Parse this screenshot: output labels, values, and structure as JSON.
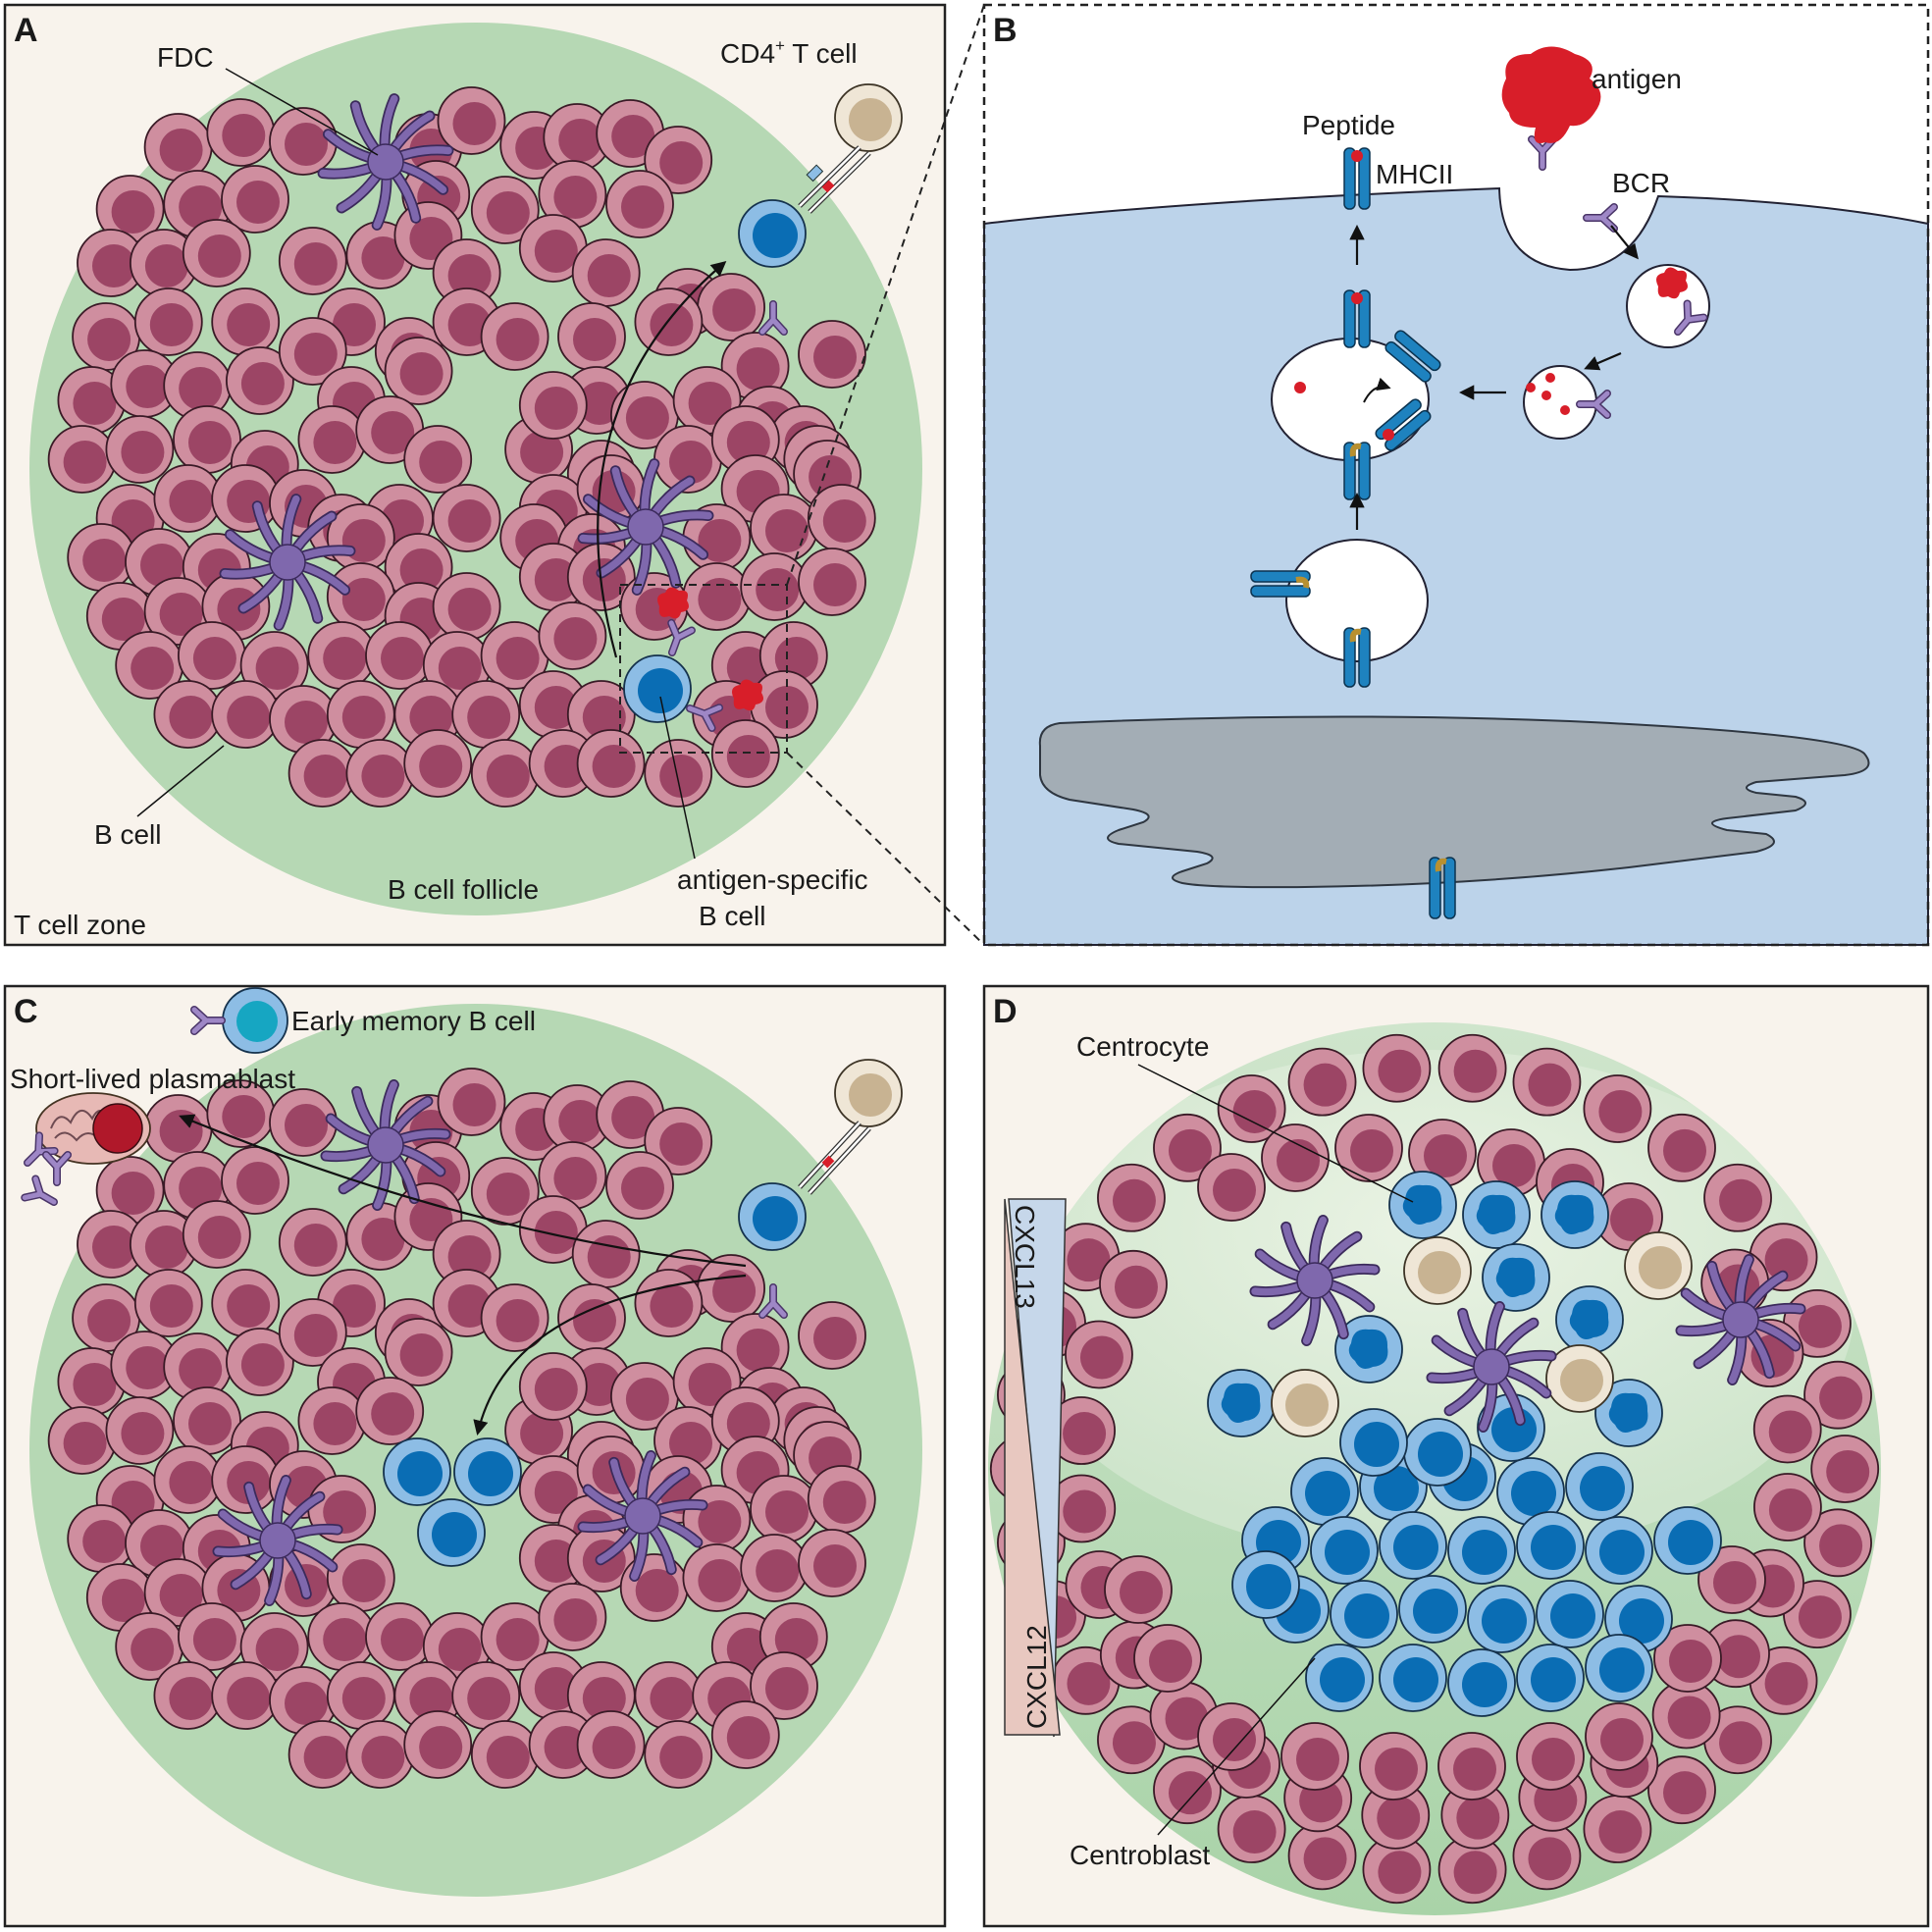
{
  "panels": {
    "A": {
      "letter": "A",
      "labels": {
        "fdc": "FDC",
        "cd4_t_cell": "CD4",
        "cd4_sup": "+",
        "cd4_rest": " T cell",
        "b_cell": "B cell",
        "b_cell_follicle": "B cell follicle",
        "antigen_specific_line1": "antigen-specific",
        "antigen_specific_line2": "B cell",
        "t_cell_zone": "T cell zone"
      }
    },
    "B": {
      "letter": "B",
      "labels": {
        "antigen": "antigen",
        "peptide": "Peptide",
        "mhcii": "MHCII",
        "bcr": "BCR"
      }
    },
    "C": {
      "letter": "C",
      "labels": {
        "early_memory": "Early memory B cell",
        "plasmablast": "Short-lived plasmablast"
      }
    },
    "D": {
      "letter": "D",
      "labels": {
        "centrocyte": "Centrocyte",
        "centroblast": "Centroblast",
        "cxcl13": "CXCL13",
        "cxcl12": "CXCL12"
      }
    }
  },
  "colors": {
    "background": "#f8f3ec",
    "follicle_green": "#b6d8b4",
    "b_cell_outer": "#cf8e9f",
    "b_cell_inner": "#9c4565",
    "activated_outer": "#8dbde5",
    "activated_inner": "#0a6db4",
    "t_cell_outer": "#efe6d6",
    "t_cell_inner": "#c8b392",
    "fdc_purple": "#7f68ad",
    "antigen_red": "#d81e29",
    "cytoplasm_blue": "#bcd3ea",
    "er_gray": "#a3adb5",
    "mhc_blue": "#1e82bf",
    "invariant_yellow": "#f1cf74"
  }
}
